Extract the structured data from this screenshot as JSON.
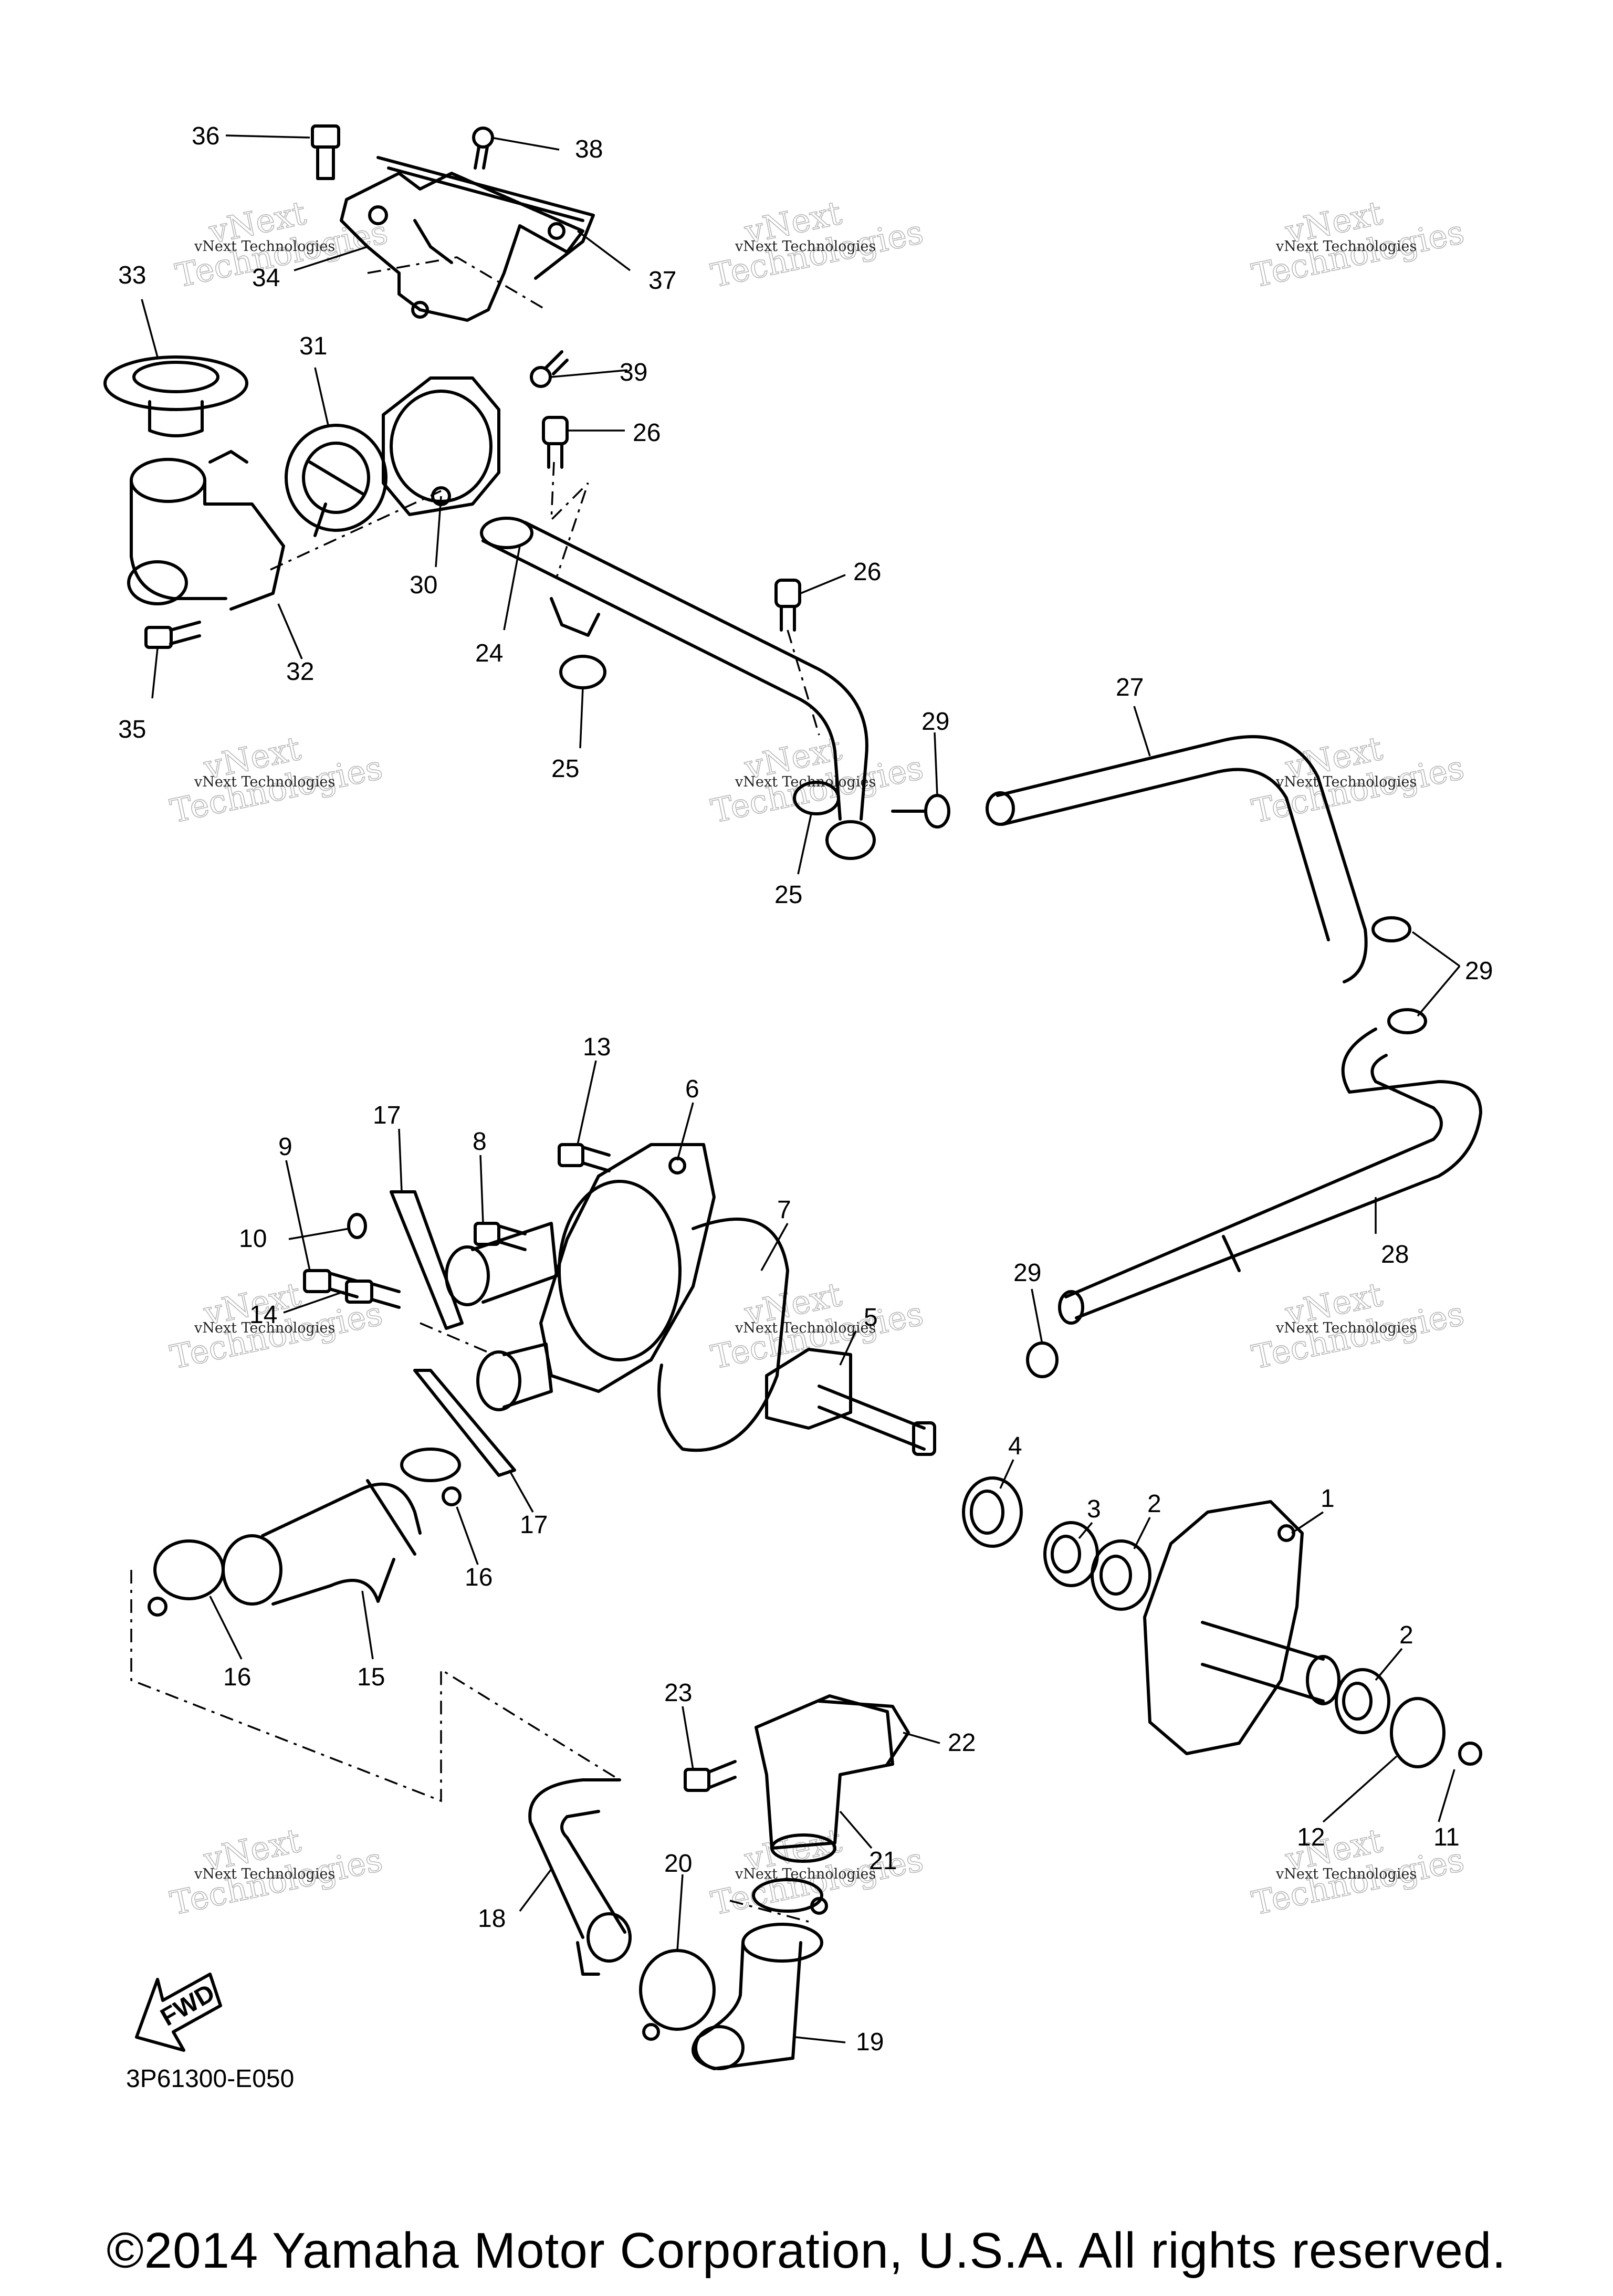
{
  "diagram_code": "3P61300-E050",
  "copyright": "©2014 Yamaha Motor Corporation, U.S.A. All rights reserved.",
  "direction_arrow_label": "FWD",
  "watermark": {
    "line1": "vNext",
    "line2": "Technologies",
    "small": "vNext Technologies"
  },
  "callouts": [
    "1",
    "2",
    "2",
    "3",
    "4",
    "5",
    "6",
    "7",
    "8",
    "9",
    "10",
    "11",
    "12",
    "13",
    "14",
    "15",
    "16",
    "16",
    "17",
    "17",
    "18",
    "19",
    "20",
    "21",
    "22",
    "23",
    "24",
    "25",
    "25",
    "26",
    "26",
    "27",
    "28",
    "29",
    "29",
    "29",
    "30",
    "31",
    "32",
    "33",
    "34",
    "35",
    "36",
    "37",
    "38",
    "39"
  ]
}
